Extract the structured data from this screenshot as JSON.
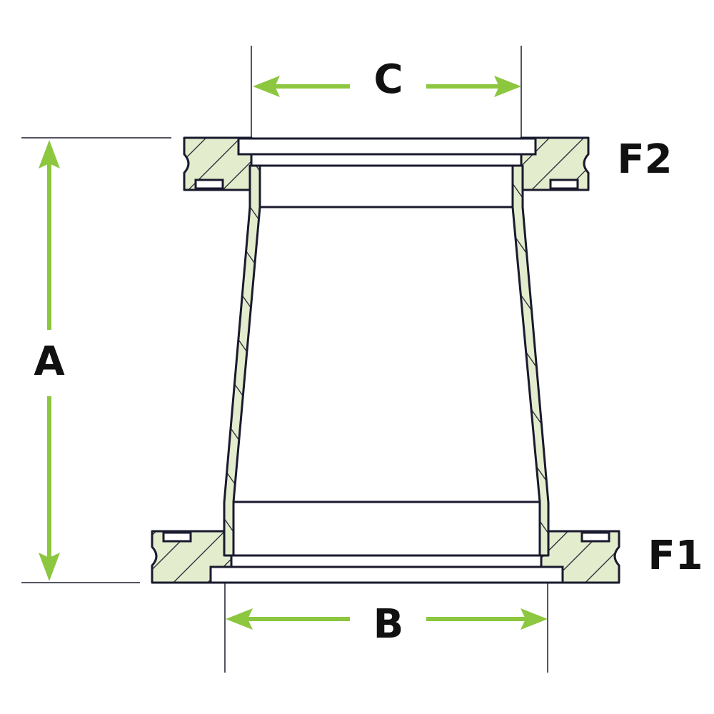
{
  "labels": {
    "dim_a": "A",
    "dim_b": "B",
    "dim_c": "C",
    "flange_top": "F2",
    "flange_bottom": "F1"
  },
  "colors": {
    "dimension_arrow": "#8dc63f",
    "section_fill": "#e3eccc",
    "outline": "#1a1a2e",
    "background": "#ffffff"
  }
}
